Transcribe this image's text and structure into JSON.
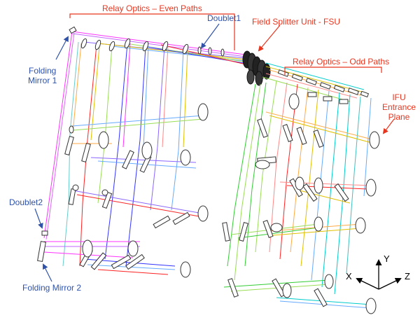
{
  "labels": {
    "relay_even": "Relay Optics – Even Paths",
    "doublet1": "Doublet1",
    "fsu": "Field Splitter Unit - FSU",
    "relay_odd": "Relay Optics – Odd Paths",
    "folding_mirror_1": "Folding\nMirror 1",
    "ifu_entrance": "IFU\nEntrance\nPlane",
    "doublet2": "Doublet2",
    "folding_mirror_2": "Folding Mirror 2"
  },
  "axes": {
    "x": "X",
    "y": "Y",
    "z": "Z"
  },
  "colors": {
    "annotation_red": "#e8351e",
    "annotation_blue": "#2f52a8",
    "ray_colors": [
      "#ff33ff",
      "#3333ff",
      "#ff2222",
      "#33cc33",
      "#00cccc",
      "#e0c000",
      "#8a66ff",
      "#ff8888",
      "#66aaff",
      "#99dd55",
      "#ffaa44",
      "#40c0c0"
    ]
  }
}
